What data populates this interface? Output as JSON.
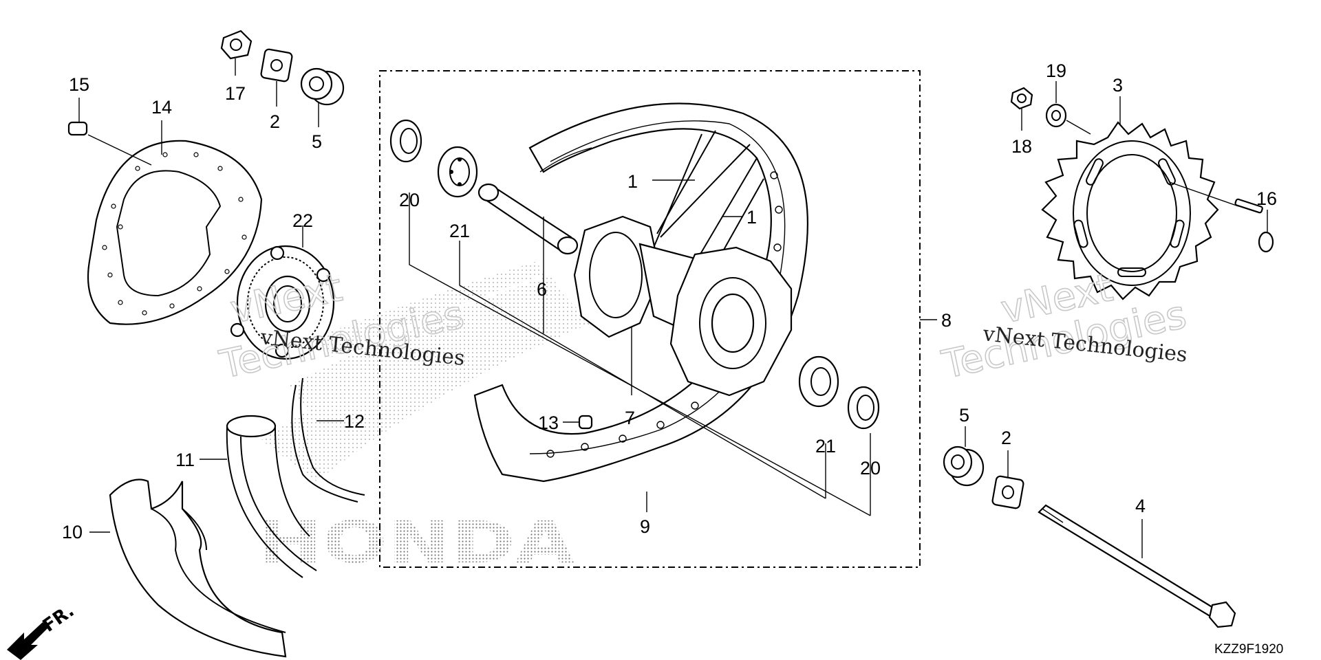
{
  "diagram": {
    "callouts": {
      "c1a": "1",
      "c1b": "1",
      "c2a": "2",
      "c2b": "2",
      "c3": "3",
      "c4": "4",
      "c5a": "5",
      "c5b": "5",
      "c6": "6",
      "c7": "7",
      "c8": "8",
      "c9": "9",
      "c10": "10",
      "c11": "11",
      "c12": "12",
      "c13": "13",
      "c14": "14",
      "c15": "15",
      "c16": "16",
      "c17": "17",
      "c18": "18",
      "c19": "19",
      "c20a": "20",
      "c20b": "20",
      "c21a": "21",
      "c21b": "21",
      "c22": "22"
    },
    "watermarks": {
      "left_small": "vNext Technologies",
      "left_large_top": "vNext",
      "left_large_bottom": "Technologies",
      "right_small": "vNext Technologies",
      "right_large_top": "vNext",
      "right_large_bottom": "Technologies"
    },
    "brand_mark": "HONDA",
    "front_indicator": "FR.",
    "diagram_code": "KZZ9F1920"
  }
}
